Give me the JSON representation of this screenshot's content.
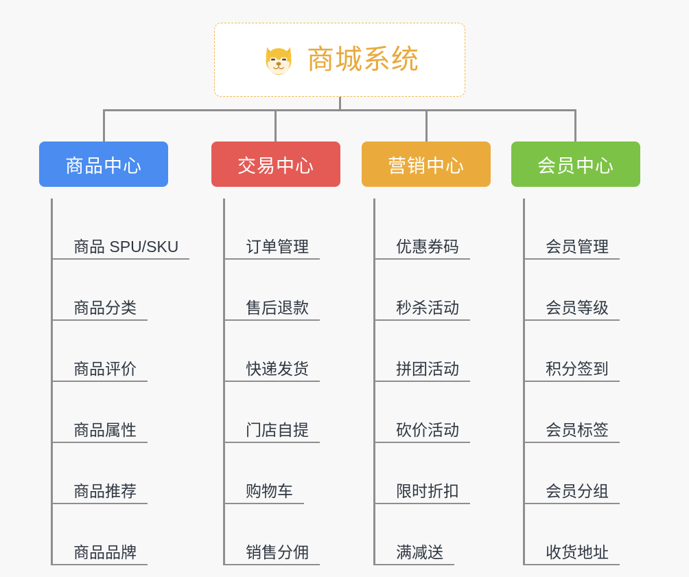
{
  "background_color": "#f8f8f8",
  "root": {
    "title": "商城系统",
    "icon": "shiba-dog-face-icon",
    "title_color": "#e8a93c",
    "border_color": "#f0b94a"
  },
  "connector_color": "#8e8e8e",
  "columns": [
    {
      "name": "商品中心",
      "color": "#4a8cf0",
      "items": [
        "商品 SPU/SKU",
        "商品分类",
        "商品评价",
        "商品属性",
        "商品推荐",
        "商品品牌"
      ]
    },
    {
      "name": "交易中心",
      "color": "#e45b55",
      "items": [
        "订单管理",
        "售后退款",
        "快递发货",
        "门店自提",
        "购物车",
        "销售分佣"
      ]
    },
    {
      "name": "营销中心",
      "color": "#eaab3c",
      "items": [
        "优惠券码",
        "秒杀活动",
        "拼团活动",
        "砍价活动",
        "限时折扣",
        "满减送"
      ]
    },
    {
      "name": "会员中心",
      "color": "#7cc246",
      "items": [
        "会员管理",
        "会员等级",
        "积分签到",
        "会员标签",
        "会员分组",
        "收货地址"
      ]
    }
  ]
}
